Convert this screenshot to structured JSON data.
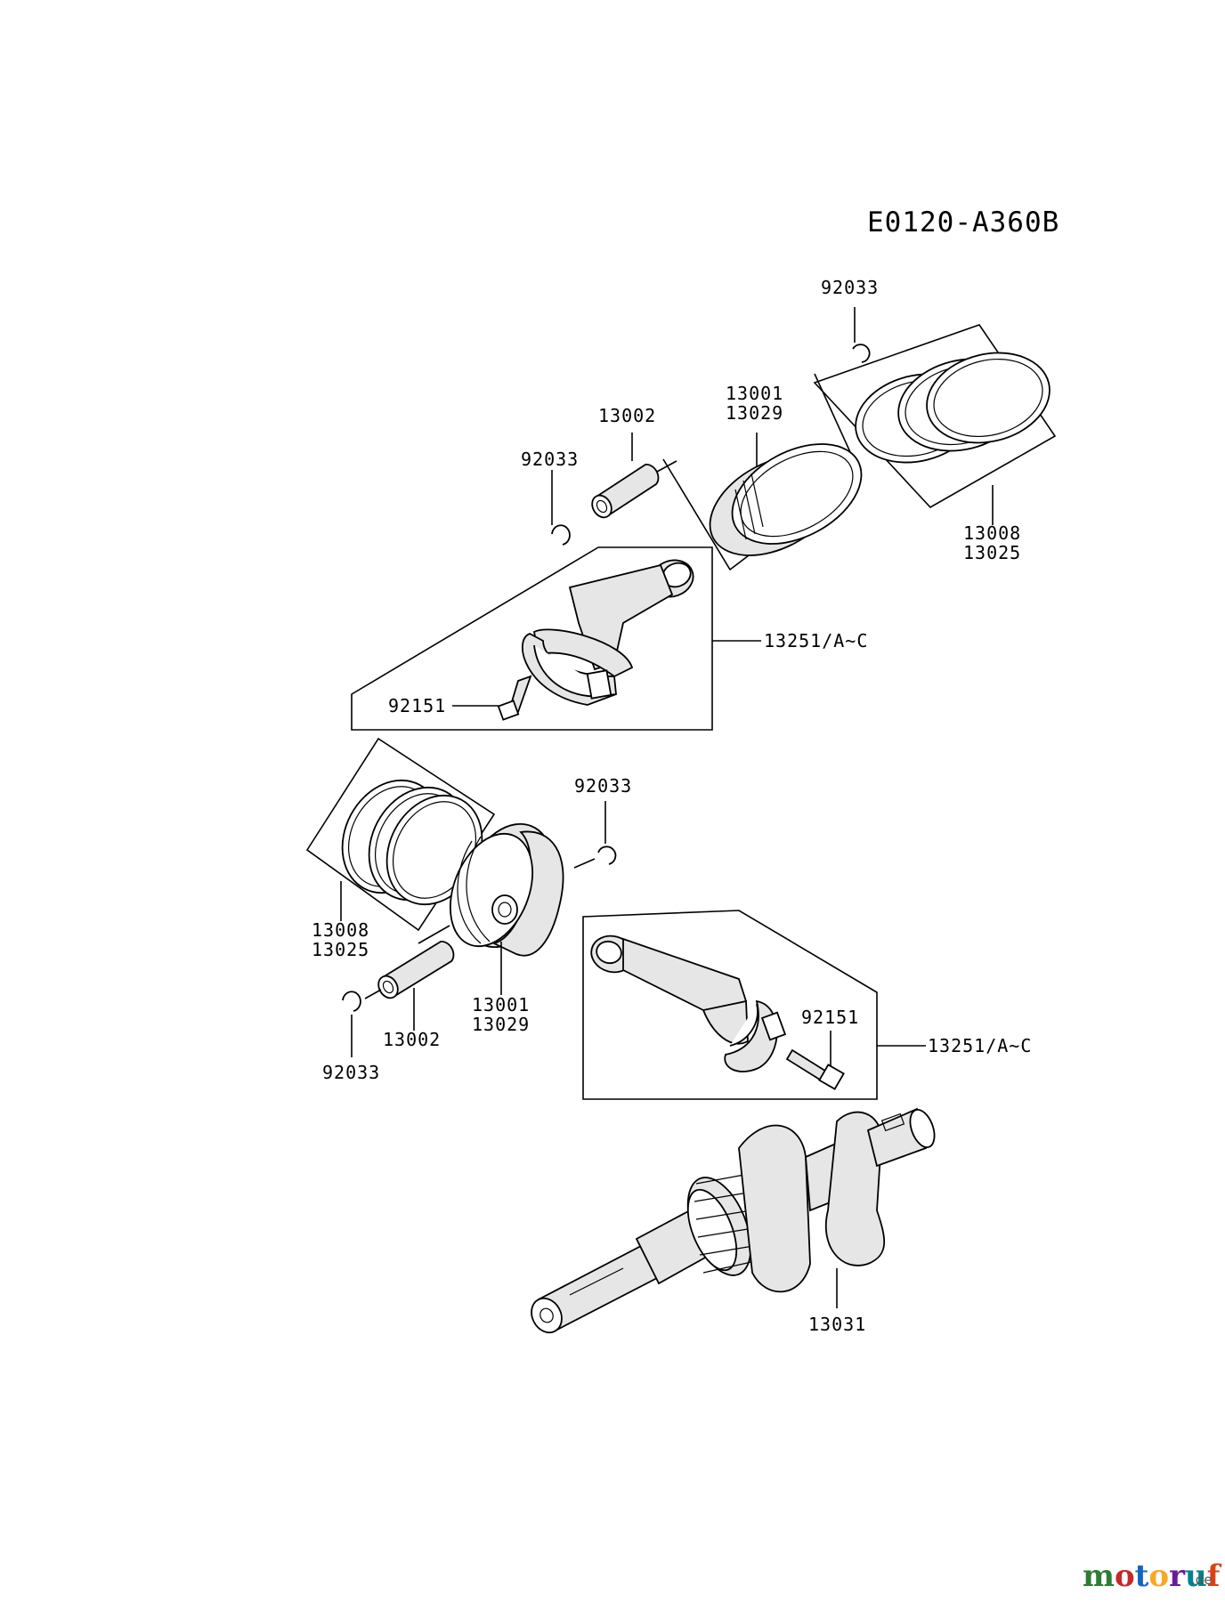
{
  "diagram_code": "E0120-A360B",
  "labels": {
    "top_circlip_right": "92033",
    "top_piston": [
      "13001",
      "13029"
    ],
    "top_pin": "13002",
    "top_circlip_left": "92033",
    "top_rings": [
      "13008",
      "13025"
    ],
    "top_rod": "13251/A~C",
    "top_bolt": "92151",
    "mid_circlip": "92033",
    "mid_rings": [
      "13008",
      "13025"
    ],
    "mid_piston": [
      "13001",
      "13029"
    ],
    "mid_pin": "13002",
    "mid_circlip_bottom": "92033",
    "mid_bolt": "92151",
    "mid_rod": "13251/A~C",
    "crankshaft": "13031"
  },
  "watermark": {
    "logo": "motoruf",
    "tld": ".de",
    "colors": [
      "#2e7d32",
      "#c62828",
      "#1565c0",
      "#f9a825",
      "#6a1b9a",
      "#00838f",
      "#d84315"
    ]
  }
}
